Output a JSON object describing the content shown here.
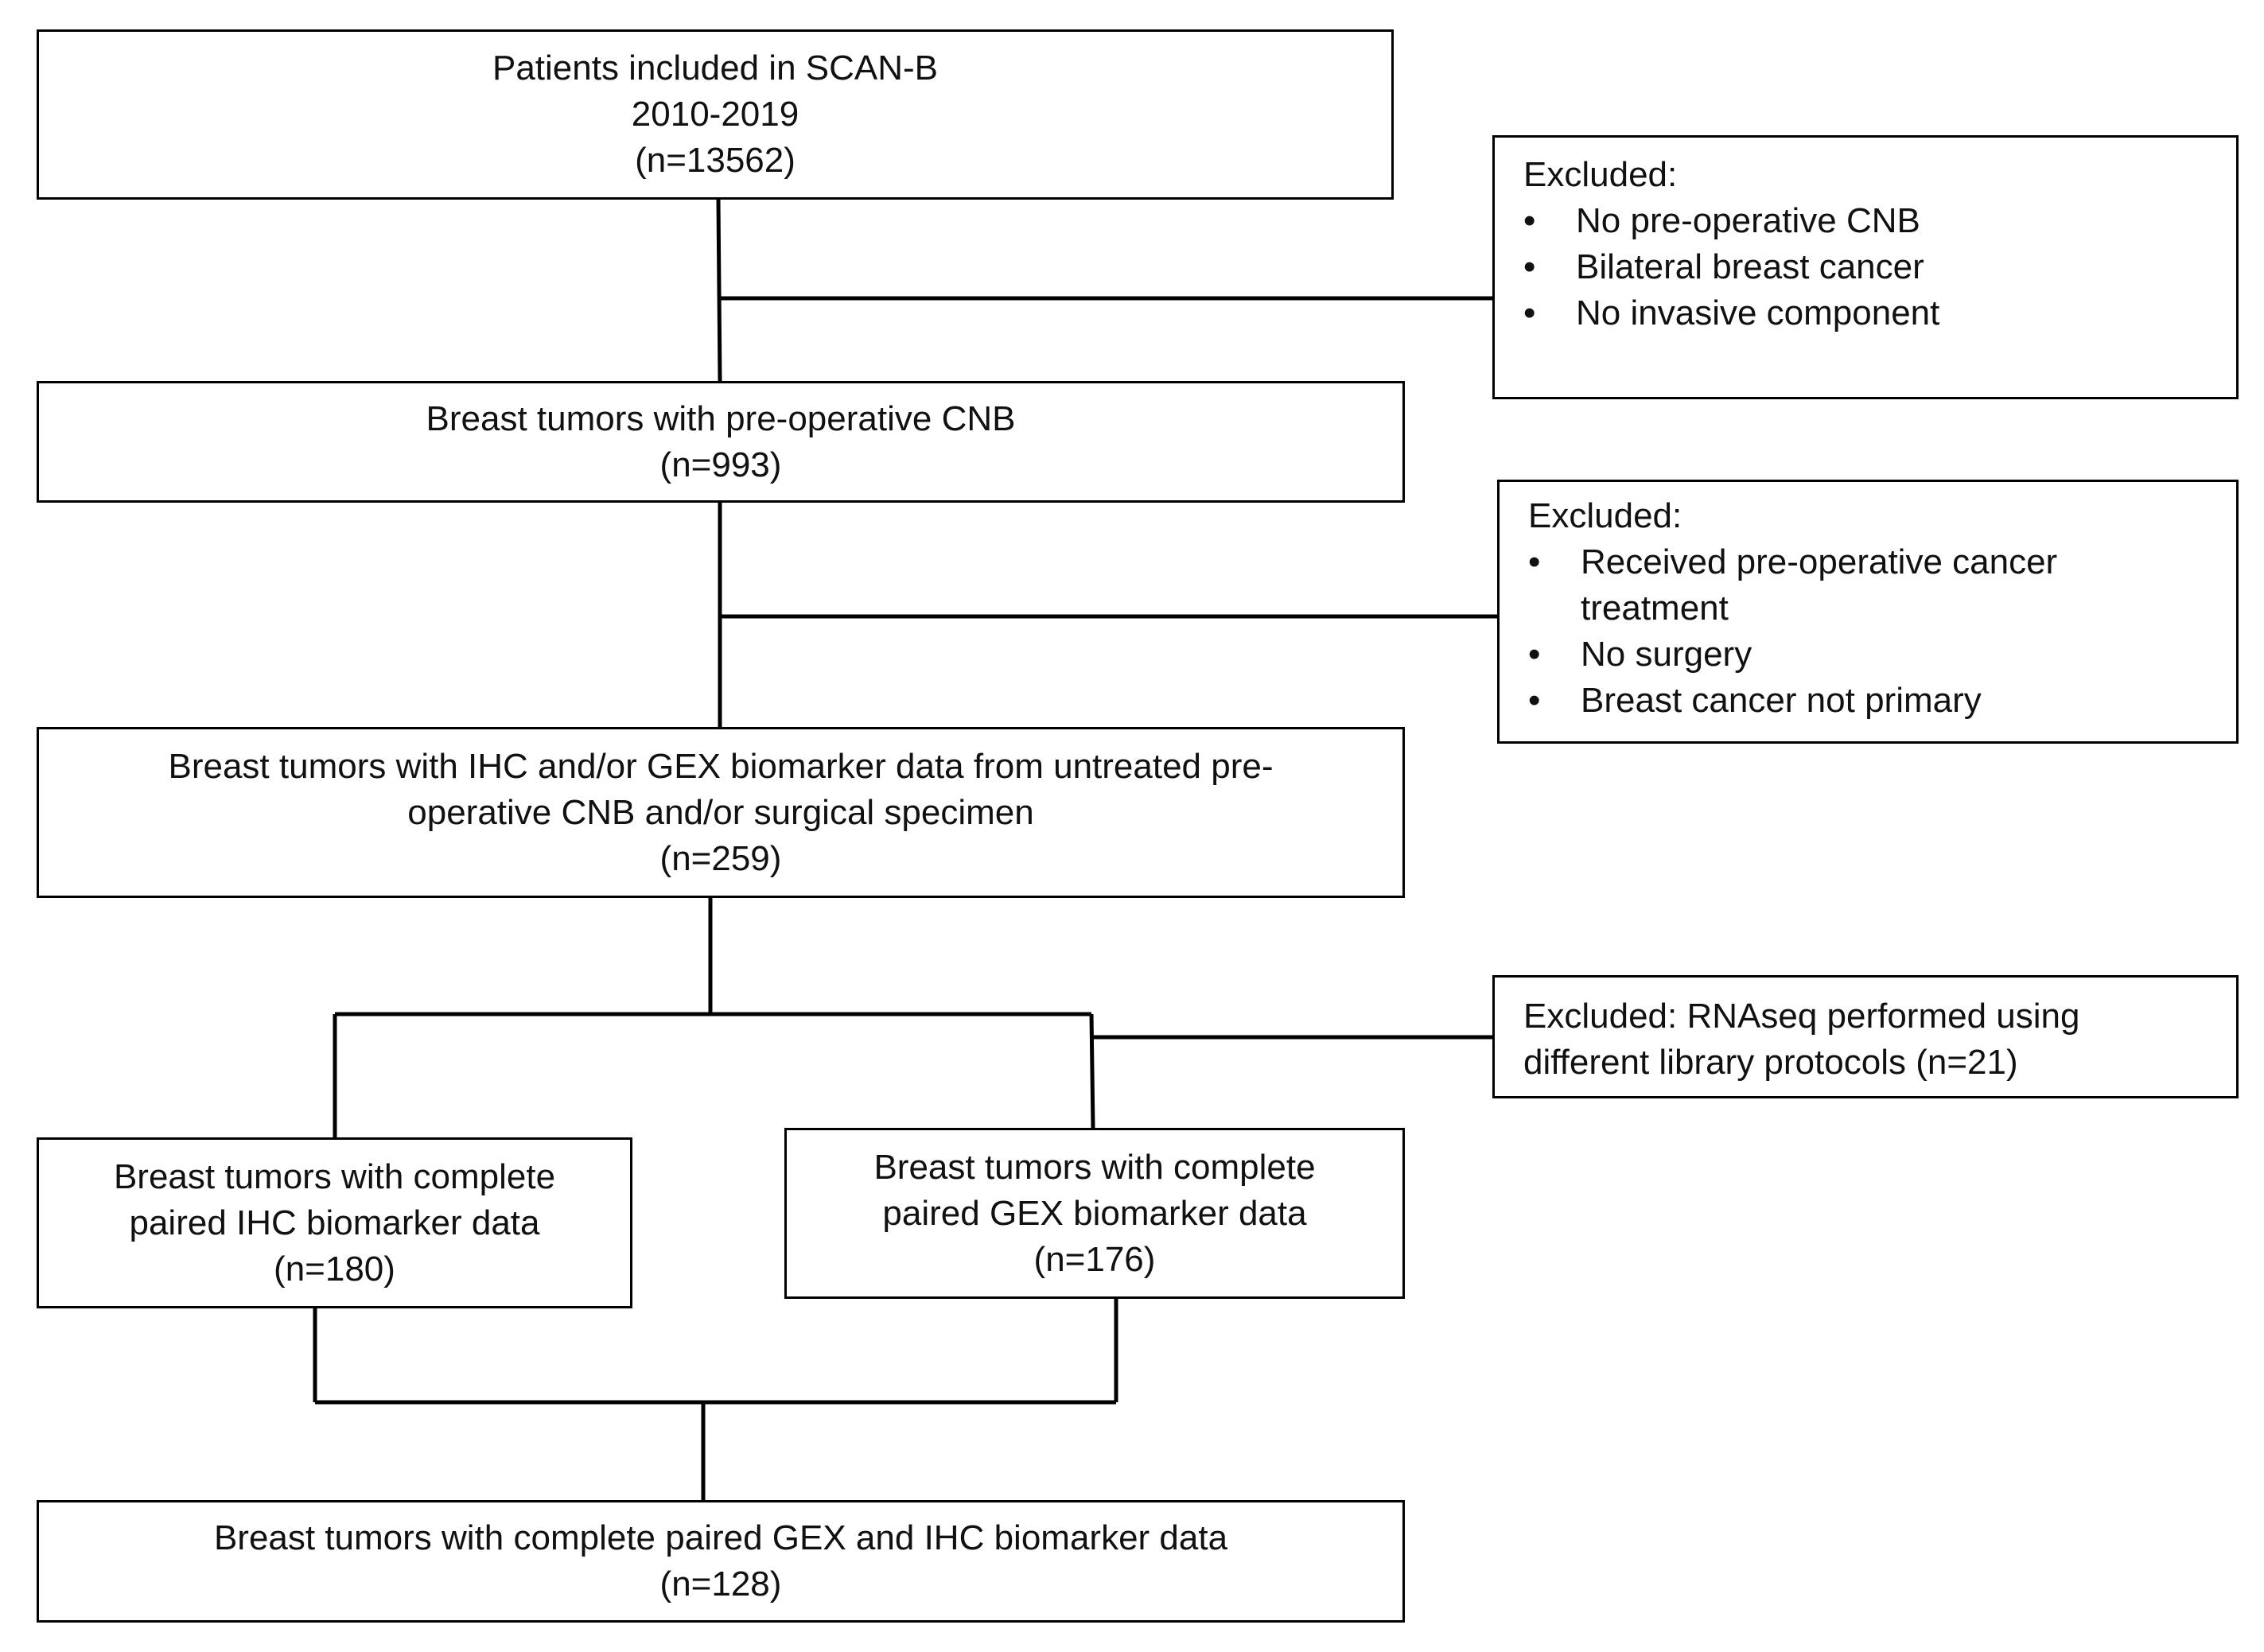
{
  "boxes": {
    "patients": {
      "lines": [
        "Patients included in SCAN-B",
        "2010-2019",
        "(n=13562)"
      ]
    },
    "cnb": {
      "lines": [
        "Breast tumors with pre-operative CNB",
        "(n=993)"
      ]
    },
    "biomarker": {
      "lines": [
        "Breast tumors with IHC and/or GEX biomarker data from untreated pre-",
        "operative CNB and/or surgical specimen",
        "(n=259)"
      ]
    },
    "ihc": {
      "lines": [
        "Breast tumors with complete",
        "paired IHC biomarker data",
        "(n=180)"
      ]
    },
    "gex": {
      "lines": [
        "Breast tumors with complete",
        "paired GEX biomarker data",
        "(n=176)"
      ]
    },
    "final": {
      "lines": [
        "Breast tumors with complete paired GEX and IHC biomarker data",
        "(n=128)"
      ]
    }
  },
  "exclusions": {
    "first": {
      "title": "Excluded:",
      "bullet": "•",
      "items": [
        "No pre-operative CNB",
        "Bilateral breast cancer",
        "No invasive component"
      ]
    },
    "second": {
      "title": "Excluded:",
      "bullet": "•",
      "items": [
        "Received pre-operative cancer treatment",
        "No surgery",
        "Breast cancer not primary"
      ]
    },
    "third": {
      "lines": [
        "Excluded: RNAseq performed using",
        "different library protocols (n=21)"
      ]
    }
  }
}
